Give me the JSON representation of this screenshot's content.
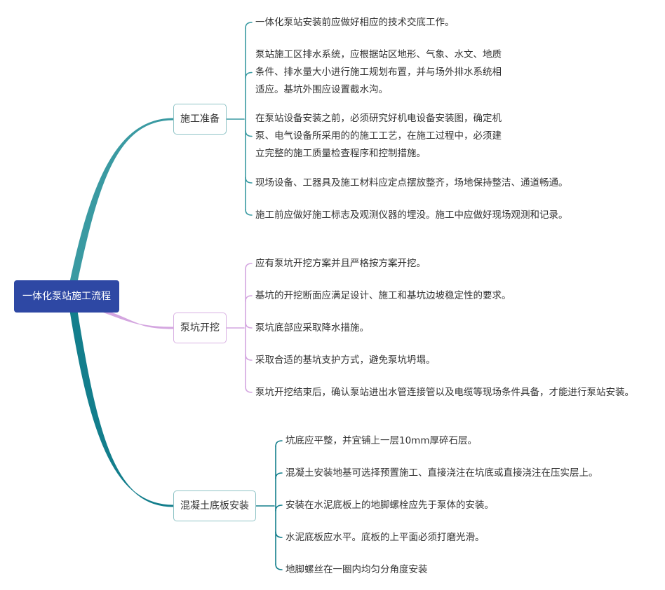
{
  "root": {
    "label": "一体化泵站施工流程"
  },
  "branches": [
    {
      "label": "施工准备",
      "color": "#3a9aa2",
      "items": [
        [
          "一体化泵站安装前应做好相应的技术交底工作。"
        ],
        [
          "泵站施工区排水系统，应根据站区地形、气象、水文、地质",
          "条件、排水量大小进行施工规划布置，并与场外排水系统相",
          "适应。基坑外围应设置截水沟。"
        ],
        [
          "在泵站设备安装之前，必须研究好机电设备安装图，确定机",
          "泵、电气设备所采用的的施工工艺，在施工过程中，必须建",
          "立完整的施工质量检查程序和控制措施。"
        ],
        [
          "现场设备、工器具及施工材料应定点摆放整齐，场地保持整洁、通道畅通。"
        ],
        [
          "施工前应做好施工标志及观测仪器的埋没。施工中应做好现场观测和记录。"
        ]
      ]
    },
    {
      "label": "泵坑开挖",
      "color": "#d4a6e0",
      "items": [
        [
          "应有泵坑开挖方案并且严格按方案开挖。"
        ],
        [
          "基坑的开挖断面应满足设计、施工和基坑边坡稳定性的要求。"
        ],
        [
          "泵坑底部应采取降水措施。"
        ],
        [
          "采取合适的基坑支护方式，避免泵坑坍塌。"
        ],
        [
          "泵坑开挖结束后，确认泵站进出水管连接管以及电缆等现场条件具备，才能进行泵站安装。"
        ]
      ]
    },
    {
      "label": "混凝土底板安装",
      "color": "#137e8c",
      "items": [
        [
          "坑底应平整，并宜铺上一层10mm厚碎石层。"
        ],
        [
          "混凝土安装地基可选择预置施工、直接浇注在坑底或直接浇注在压实层上。"
        ],
        [
          "安装在水泥底板上的地脚螺栓应先于泵体的安装。"
        ],
        [
          "水泥底板应水平。底板的上平面必须打磨光滑。"
        ],
        [
          "地脚螺丝在一圈内均匀分角度安装"
        ]
      ]
    }
  ]
}
